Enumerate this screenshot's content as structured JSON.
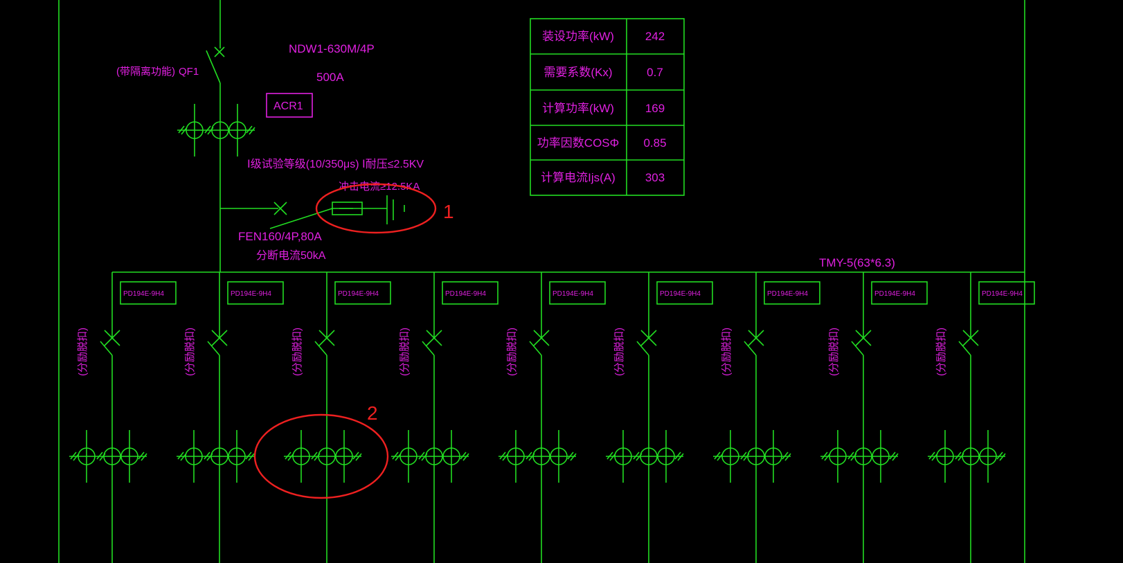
{
  "colors": {
    "background": "#000000",
    "line": "#22dd22",
    "label": "#e020e0",
    "highlight": "#ee2020"
  },
  "incoming": {
    "function_note": "(带隔离功能)",
    "breaker_id": "QF1",
    "breaker_model": "NDW1-630M/4P",
    "breaker_rating": "500A",
    "meter_label": "ACR1"
  },
  "surge": {
    "test_grade": "Ⅰ级试验等级(10/350μs)  Ⅰ耐压≤2.5KV",
    "impulse_current": "冲击电流≥12.5KA",
    "breaker_model": "FEN160/4P,80A",
    "breaking_current": "分断电流50kA"
  },
  "load_table": [
    {
      "label": "装设功率(kW)",
      "value": "242"
    },
    {
      "label": "需要系数(Kx)",
      "value": "0.7"
    },
    {
      "label": "计算功率(kW)",
      "value": "169"
    },
    {
      "label": "功率因数COSΦ",
      "value": "0.85"
    },
    {
      "label": "计算电流Ijs(A)",
      "value": "303"
    }
  ],
  "busbar_label": "TMY-5(63*6.3)",
  "feeders": [
    {
      "meter": "PD194E-9H4",
      "breaker_note": "(分励脱扣)"
    },
    {
      "meter": "PD194E-9H4",
      "breaker_note": "(分励脱扣)"
    },
    {
      "meter": "PD194E-9H4",
      "breaker_note": "(分励脱扣)"
    },
    {
      "meter": "PD194E-9H4",
      "breaker_note": "(分励脱扣)"
    },
    {
      "meter": "PD194E-9H4",
      "breaker_note": "(分励脱扣)"
    },
    {
      "meter": "PD194E-9H4",
      "breaker_note": "(分励脱扣)"
    },
    {
      "meter": "PD194E-9H4",
      "breaker_note": "(分励脱扣)"
    },
    {
      "meter": "PD194E-9H4",
      "breaker_note": "(分励脱扣)"
    },
    {
      "meter": "PD194E-9H4",
      "breaker_note": "(分励脱扣)"
    }
  ],
  "annotations": [
    {
      "number": "1"
    },
    {
      "number": "2"
    }
  ]
}
